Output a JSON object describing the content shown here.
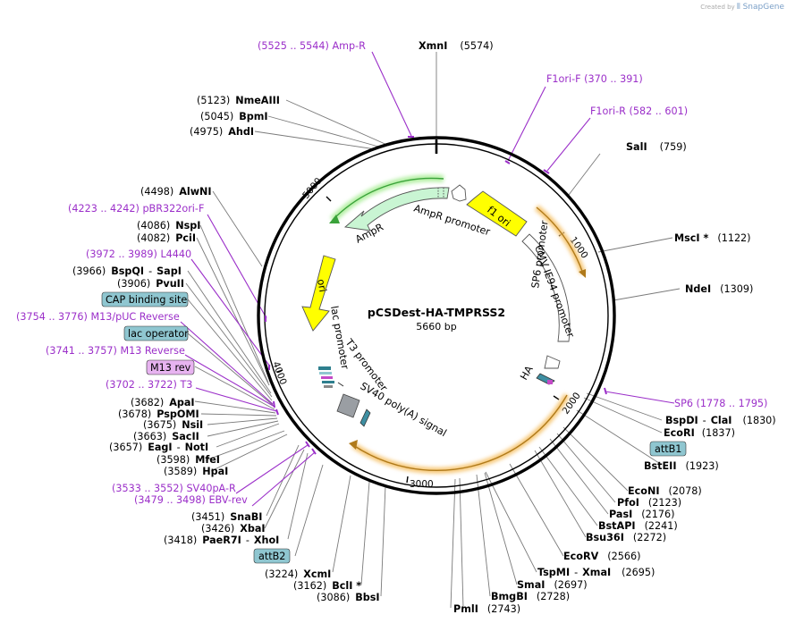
{
  "credit": {
    "prefix": "Created by",
    "brand": "SnapGene"
  },
  "plasmid": {
    "name": "pCSDest-HA-TMPRSS2",
    "size": "5660 bp"
  },
  "ticks": [
    "1000",
    "2000",
    "3000",
    "4000",
    "5000"
  ],
  "features": {
    "f1_ori": "f1 ori",
    "ampr_promoter": "AmpR promoter",
    "ampr": "AmpR",
    "ori": "ori",
    "cmv": "CMV IE94 promoter",
    "sp6_promoter": "SP6 promoter",
    "ha": "HA",
    "lac_promoter": "lac promoter",
    "t3_promoter": "T3 promoter",
    "sv40": "SV40 poly(A) signal"
  },
  "sites_top": {
    "xmni": {
      "name": "XmnI",
      "pos": "(5574)"
    },
    "ampr_primer": "(5525 .. 5544)  Amp-R",
    "f1ori_f": "F1ori-F    (370 .. 391)",
    "f1ori_r": "F1ori-R    (582 .. 601)",
    "sali": {
      "name": "SalI",
      "pos": "(759)"
    }
  },
  "sites_left": {
    "nmeaiii": {
      "pos": "(5123)",
      "name": "NmeAIII"
    },
    "bpmi": {
      "pos": "(5045)",
      "name": "BpmI"
    },
    "ahdi": {
      "pos": "(4975)",
      "name": "AhdI"
    },
    "alwni": {
      "pos": "(4498)",
      "name": "AlwNI"
    },
    "pbr322": "(4223 .. 4242)  pBR322ori-F",
    "nspi": {
      "pos": "(4086)",
      "name": "NspI"
    },
    "pcii": {
      "pos": "(4082)",
      "name": "PciI"
    },
    "l4440": "(3972 .. 3989)  L4440",
    "bspqi": {
      "pos": "(3966)",
      "name": "BspQI",
      "name2": "SapI"
    },
    "pvuii": {
      "pos": "(3906)",
      "name": "PvuII"
    },
    "cap": "CAP binding site",
    "m13puc": "(3754 .. 3776)  M13/pUC Reverse",
    "lacop": "lac operator",
    "m13rev_primer": "(3741 .. 3757)  M13 Reverse",
    "m13rev": "M13 rev",
    "t3": "(3702 .. 3722)  T3",
    "apai": {
      "pos": "(3682)",
      "name": "ApaI"
    },
    "pspomi": {
      "pos": "(3678)",
      "name": "PspOMI"
    },
    "nsii": {
      "pos": "(3675)",
      "name": "NsiI"
    },
    "sacii": {
      "pos": "(3663)",
      "name": "SacII"
    },
    "eagi": {
      "pos": "(3657)",
      "name": "EagI",
      "name2": "NotI"
    },
    "mfei": {
      "pos": "(3598)",
      "name": "MfeI"
    },
    "hpai": {
      "pos": "(3589)",
      "name": "HpaI"
    },
    "sv40pa": "(3533 .. 3552)  SV40pA-R",
    "ebvrev": "(3479 .. 3498)  EBV-rev",
    "snabi": {
      "pos": "(3451)",
      "name": "SnaBI"
    },
    "xbai": {
      "pos": "(3426)",
      "name": "XbaI"
    },
    "paer7i": {
      "pos": "(3418)",
      "name": "PaeR7I",
      "name2": "XhoI"
    },
    "attb2": "attB2",
    "xcmi": {
      "pos": "(3224)",
      "name": "XcmI"
    },
    "bcli": {
      "pos": "(3162)",
      "name": "BclI *"
    },
    "bbsi": {
      "pos": "(3086)",
      "name": "BbsI"
    }
  },
  "sites_right": {
    "msci": {
      "name": "MscI *",
      "pos": "(1122)"
    },
    "ndei": {
      "name": "NdeI",
      "pos": "(1309)"
    },
    "sp6": "SP6     (1778 .. 1795)",
    "bspdi": {
      "name": "BspDI",
      "name2": "ClaI",
      "pos": "(1830)"
    },
    "ecori": {
      "name": "EcoRI",
      "pos": "(1837)"
    },
    "attb1": "attB1",
    "bsteii": {
      "name": "BstEII",
      "pos": "(1923)"
    },
    "econi": {
      "name": "EcoNI",
      "pos": "(2078)"
    },
    "pfoi": {
      "name": "PfoI",
      "pos": "(2123)"
    },
    "pasi": {
      "name": "PasI",
      "pos": "(2176)"
    },
    "bstapi": {
      "name": "BstAPI",
      "pos": "(2241)"
    },
    "bsu36i": {
      "name": "Bsu36I",
      "pos": "(2272)"
    },
    "ecorv": {
      "name": "EcoRV",
      "pos": "(2566)"
    },
    "tspmi": {
      "name": "TspMI",
      "name2": "XmaI",
      "pos": "(2695)"
    },
    "smai": {
      "name": "SmaI",
      "pos": "(2697)"
    },
    "bmgbi": {
      "name": "BmgBI",
      "pos": "(2728)"
    },
    "pmli": {
      "name": "PmlI",
      "pos": "(2743)"
    }
  },
  "colors": {
    "purple": "#9b2fc9",
    "yellow": "#ffff00",
    "ampr_green": "#c9f5d3",
    "orange": "#f2a93b",
    "box_blue": "#8fc6d0",
    "box_pink": "#e7b3f0"
  }
}
